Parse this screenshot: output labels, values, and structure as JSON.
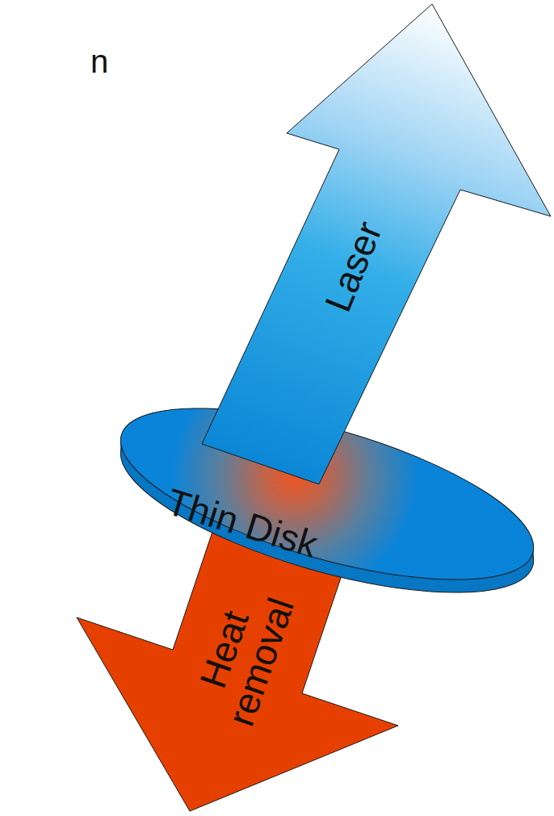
{
  "diagram": {
    "nodes": [
      {
        "text": [
          "Laser"
        ]
      },
      {
        "text": [
          "Thin Disk"
        ]
      },
      {
        "text": [
          "Heat removal"
        ]
      }
    ],
    "labels": [
      "n"
    ]
  }
}
